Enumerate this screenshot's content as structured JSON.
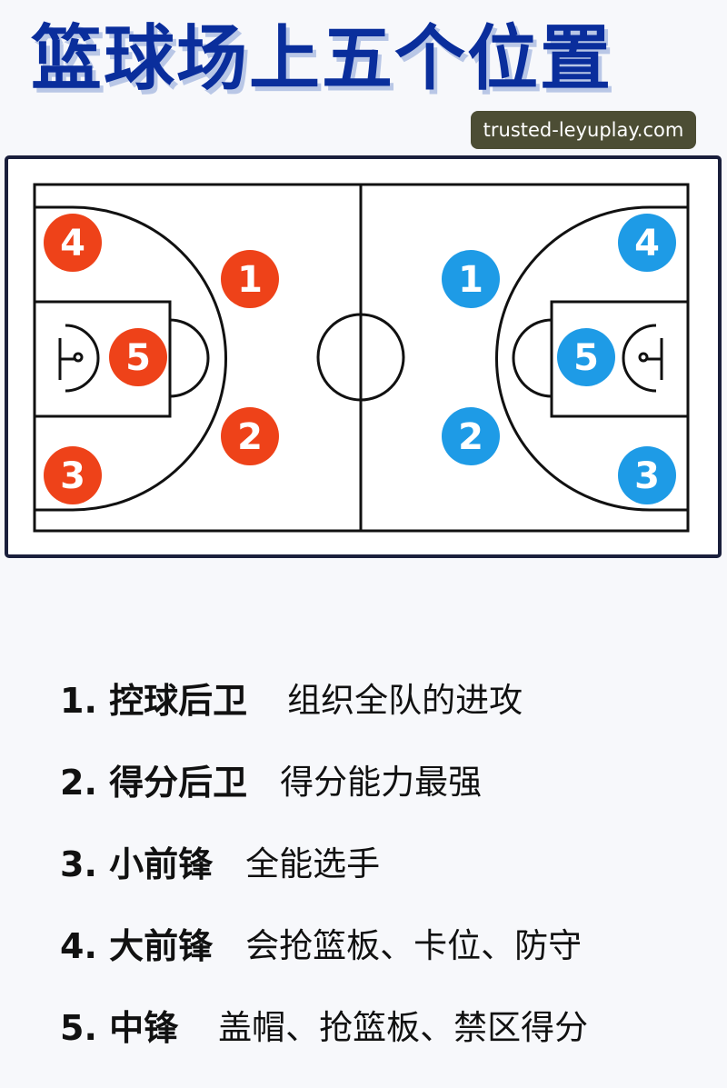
{
  "title": "篮球场上五个位置",
  "watermark": "trusted-leyuplay.com",
  "colors": {
    "title": "#0a2e9c",
    "team_left": "#ee4219",
    "team_right": "#1e9be6",
    "court_line": "#111111",
    "frame": "#1a1f3c"
  },
  "teams": {
    "left": {
      "color": "#ee4219",
      "players": [
        "4",
        "1",
        "5",
        "2",
        "3"
      ]
    },
    "right": {
      "color": "#1e9be6",
      "players": [
        "4",
        "1",
        "5",
        "2",
        "3"
      ]
    }
  },
  "positions": [
    {
      "label": "1. 控球后卫",
      "description": "组织全队的进攻"
    },
    {
      "label": "2. 得分后卫",
      "description": "得分能力最强"
    },
    {
      "label": "3. 小前锋",
      "description": "全能选手"
    },
    {
      "label": "4. 大前锋",
      "description": "会抢篮板、卡位、防守"
    },
    {
      "label": "5. 中锋",
      "description": "盖帽、抢篮板、禁区得分"
    }
  ]
}
